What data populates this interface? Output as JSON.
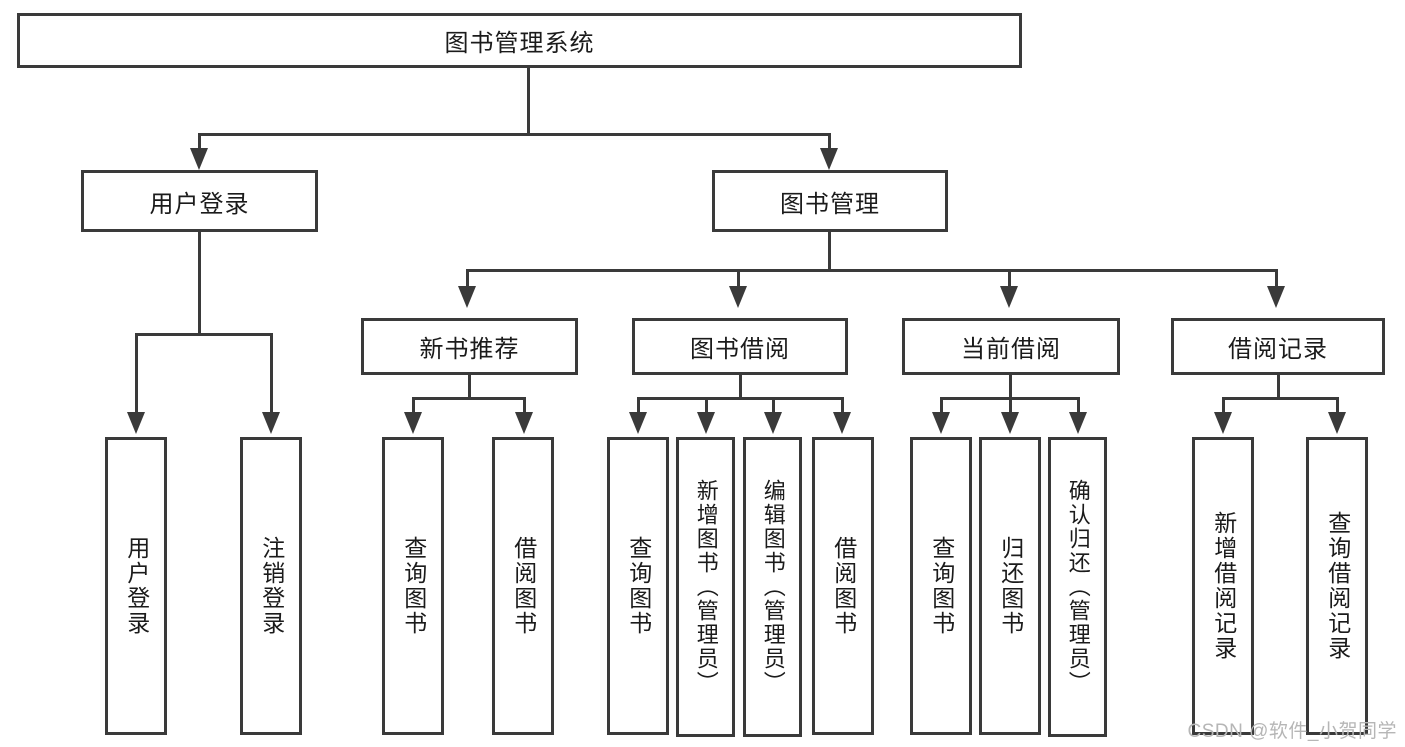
{
  "diagram": {
    "title": "图书管理系统",
    "watermark": "CSDN @软件_小贺同学",
    "levels": {
      "root": {
        "label": "图书管理系统"
      },
      "level2": [
        {
          "label": "用户登录"
        },
        {
          "label": "图书管理"
        }
      ],
      "level3": [
        {
          "label": "新书推荐"
        },
        {
          "label": "图书借阅"
        },
        {
          "label": "当前借阅"
        },
        {
          "label": "借阅记录"
        }
      ],
      "leaves": {
        "user_login": [
          {
            "label": "用户登录"
          },
          {
            "label": "注销登录"
          }
        ],
        "new_book_recommend": [
          {
            "label": "查询图书"
          },
          {
            "label": "借阅图书"
          }
        ],
        "book_borrow": [
          {
            "label": "查询图书"
          },
          {
            "label": "新增图书（管理员）"
          },
          {
            "label": "编辑图书（管理员）"
          },
          {
            "label": "借阅图书"
          }
        ],
        "current_borrow": [
          {
            "label": "查询图书"
          },
          {
            "label": "归还图书"
          },
          {
            "label": "确认归还（管理员）"
          }
        ],
        "borrow_record": [
          {
            "label": "新增借阅记录"
          },
          {
            "label": "查询借阅记录"
          }
        ]
      }
    },
    "colors": {
      "stroke": "#3a3a3a",
      "text": "#1b1b1b",
      "background": "#ffffff",
      "watermark": "#b6b6b6"
    }
  }
}
